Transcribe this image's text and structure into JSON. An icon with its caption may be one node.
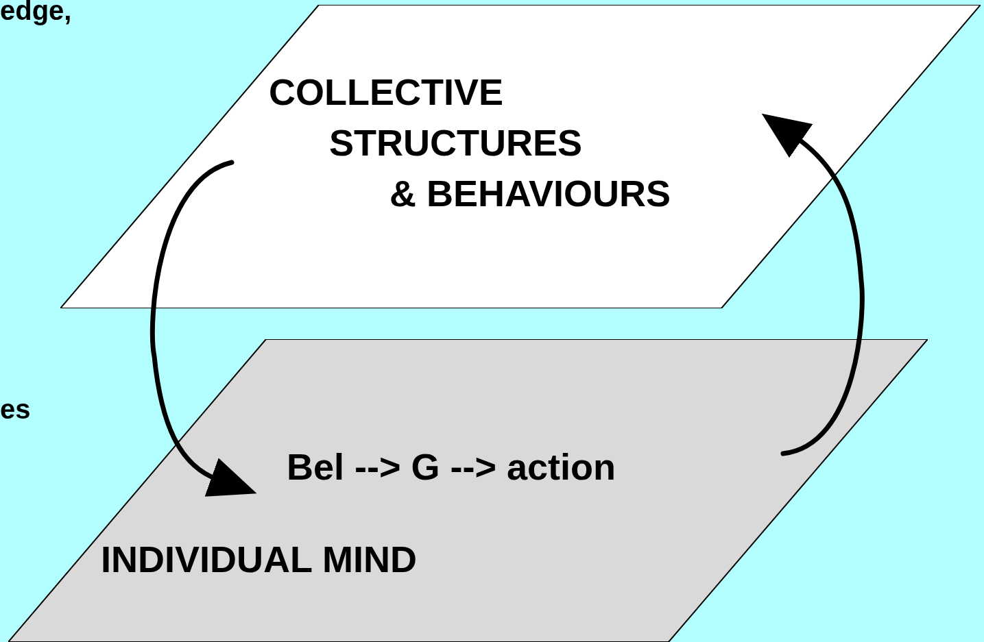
{
  "diagram": {
    "nodes": [
      {
        "text": [
          "COLLECTIVE STRUCTURES & BEHAVIOURS"
        ]
      },
      {
        "text": [
          "Bel --> G --> action",
          "INDIVIDUAL MIND"
        ]
      }
    ],
    "edges": [
      {
        "from": 0,
        "to": 1,
        "arrow": "to"
      },
      {
        "from": 1,
        "to": 0,
        "arrow": "to"
      }
    ],
    "labels": [
      "edge,",
      "es"
    ]
  }
}
